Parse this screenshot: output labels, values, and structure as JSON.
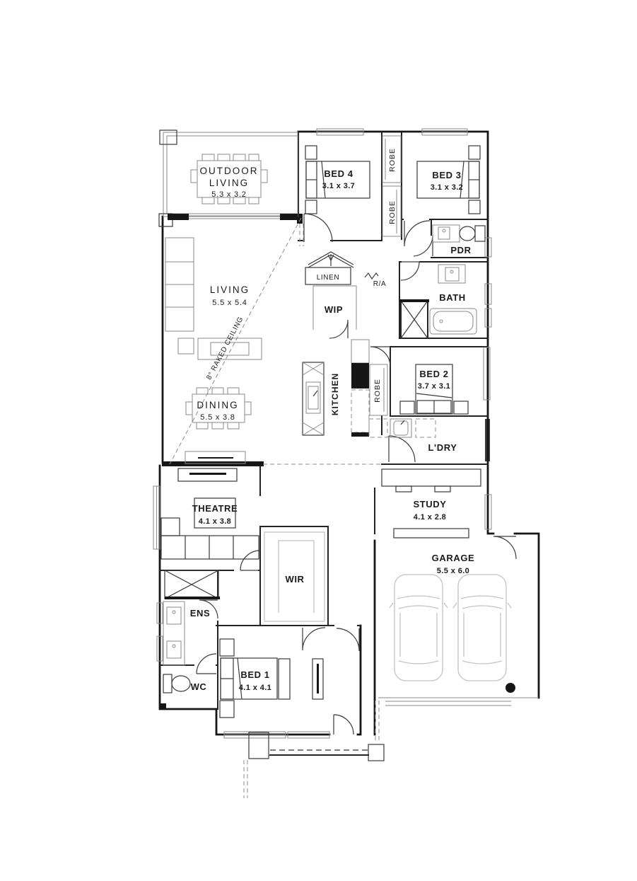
{
  "floor_plan": {
    "rooms": {
      "outdoor_living": {
        "line1": "OUTDOOR",
        "line2": "LIVING",
        "dims": "5.3 x 3.2"
      },
      "bed4": {
        "name": "BED 4",
        "dims": "3.1 x 3.7"
      },
      "bed3": {
        "name": "BED 3",
        "dims": "3.1 x 3.2"
      },
      "robe_a": {
        "name": "ROBE"
      },
      "robe_b": {
        "name": "ROBE"
      },
      "robe_c": {
        "name": "ROBE"
      },
      "pdr": {
        "name": "PDR"
      },
      "linen": {
        "name": "LINEN"
      },
      "return_air": {
        "name": "R/A"
      },
      "wip": {
        "name": "WIP"
      },
      "bath": {
        "name": "BATH"
      },
      "living": {
        "name": "LIVING",
        "dims": "5.5 x 5.4"
      },
      "kitchen": {
        "name": "KITCHEN"
      },
      "bed2": {
        "name": "BED 2",
        "dims": "3.7 x 3.1"
      },
      "dining": {
        "name": "DINING",
        "dims": "5.5 x 3.8"
      },
      "laundry": {
        "name": "L'DRY"
      },
      "theatre": {
        "name": "THEATRE",
        "dims": "4.1 x 3.8"
      },
      "study": {
        "name": "STUDY",
        "dims": "4.1 x 2.8"
      },
      "garage": {
        "name": "GARAGE",
        "dims": "5.5 x 6.0"
      },
      "wir": {
        "name": "WIR"
      },
      "ens": {
        "name": "ENS"
      },
      "wc": {
        "name": "WC"
      },
      "bed1": {
        "name": "BED 1",
        "dims": "4.1 x 4.1"
      }
    },
    "annotations": {
      "raked_ceiling": "8° RAKED CEILING"
    },
    "colors": {
      "wall": "#161616",
      "furniture_gray": "#8a8a8a",
      "light_gray": "#c3c3c3",
      "background": "#ffffff"
    }
  }
}
